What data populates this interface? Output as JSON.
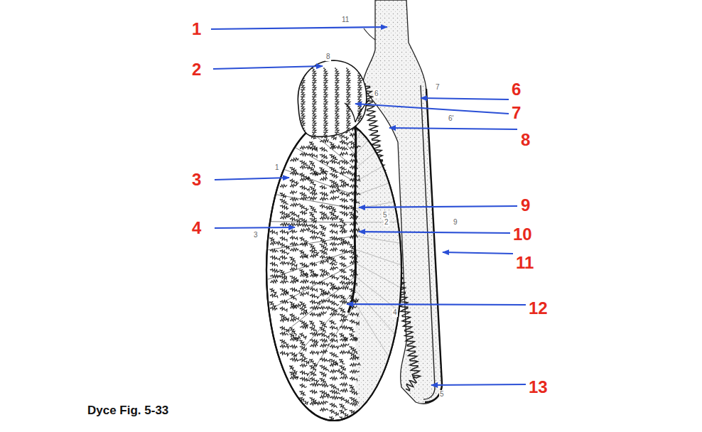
{
  "diagram": {
    "caption": "Dyce Fig. 5-33",
    "labels": [
      "1",
      "2",
      "3",
      "4",
      "6",
      "7",
      "8",
      "9",
      "10",
      "11",
      "12",
      "13",
      "11",
      "8",
      "6",
      "7",
      "6'",
      "1",
      "3",
      "5",
      "2",
      "9",
      "4",
      "5"
    ]
  }
}
